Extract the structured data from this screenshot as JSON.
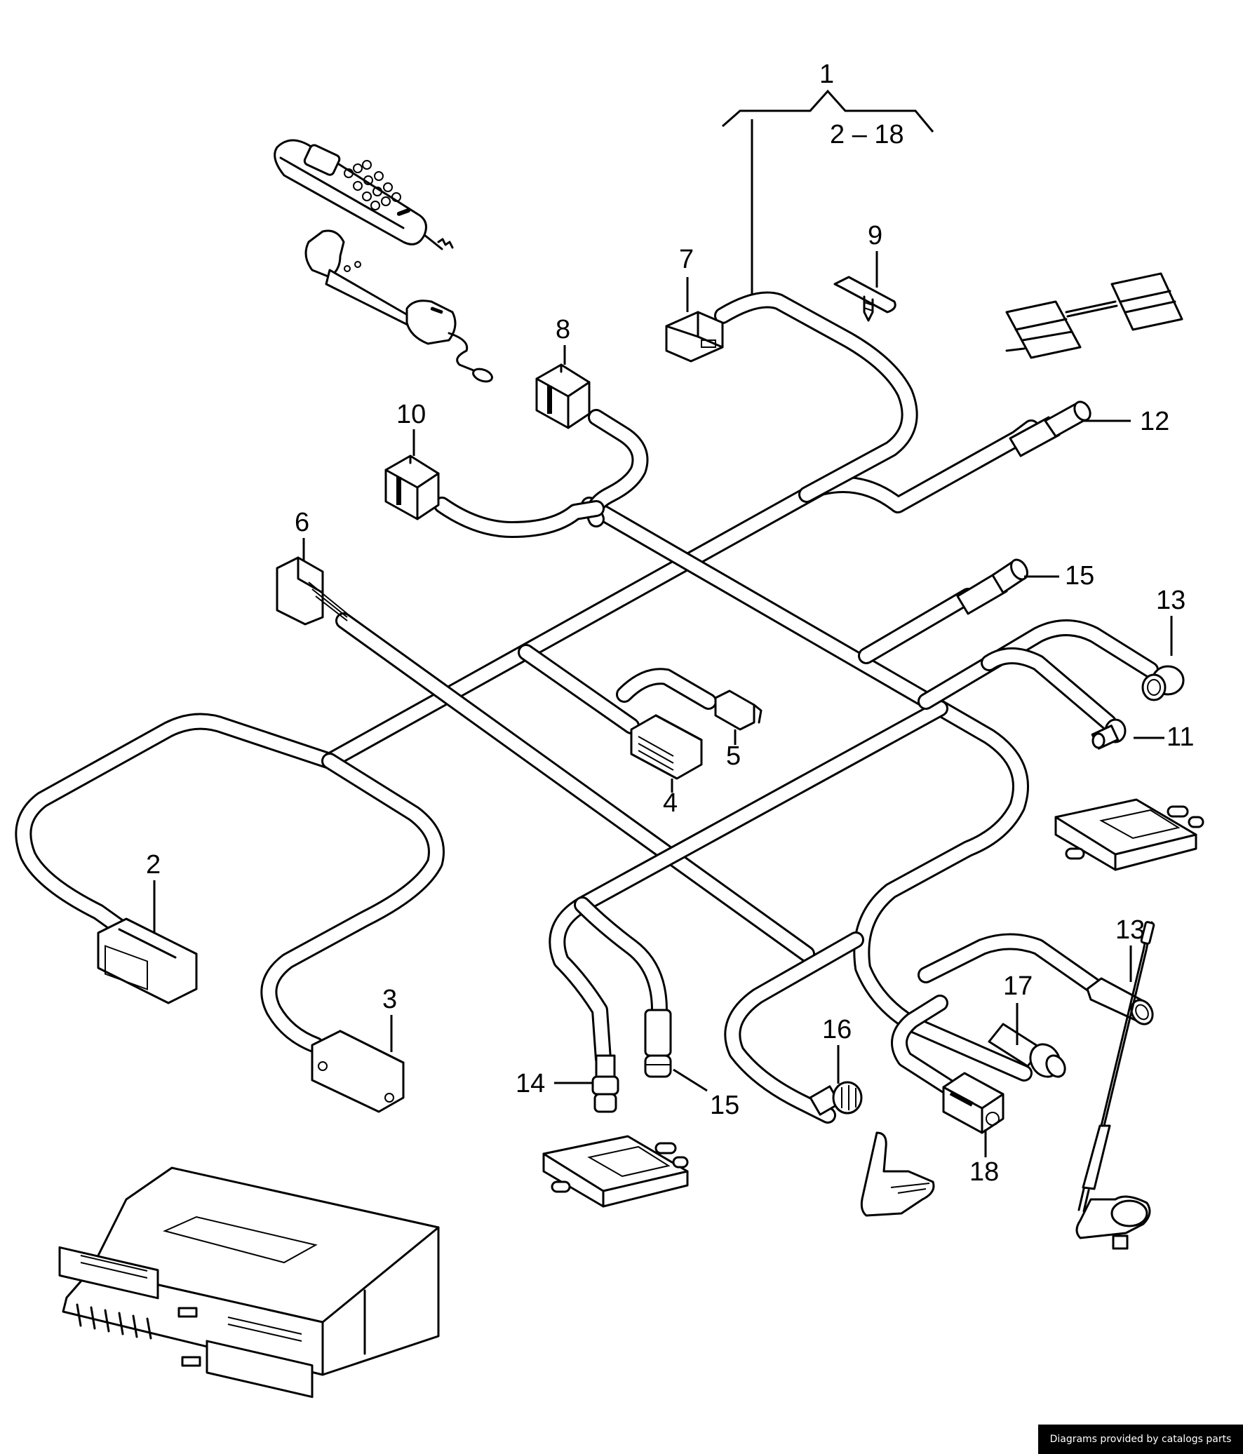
{
  "diagram": {
    "title": "Wiring harness — telephone / navigation",
    "group_callout": {
      "parent": "1",
      "range": "2 – 18"
    },
    "callouts": [
      {
        "id": "c2",
        "label": "2"
      },
      {
        "id": "c3",
        "label": "3"
      },
      {
        "id": "c4",
        "label": "4"
      },
      {
        "id": "c5",
        "label": "5"
      },
      {
        "id": "c6",
        "label": "6"
      },
      {
        "id": "c7",
        "label": "7"
      },
      {
        "id": "c8",
        "label": "8"
      },
      {
        "id": "c9",
        "label": "9"
      },
      {
        "id": "c10",
        "label": "10"
      },
      {
        "id": "c11",
        "label": "11"
      },
      {
        "id": "c12",
        "label": "12"
      },
      {
        "id": "c13a",
        "label": "13"
      },
      {
        "id": "c13b",
        "label": "13"
      },
      {
        "id": "c14",
        "label": "14"
      },
      {
        "id": "c15a",
        "label": "15"
      },
      {
        "id": "c15b",
        "label": "15"
      },
      {
        "id": "c16",
        "label": "16"
      },
      {
        "id": "c17",
        "label": "17"
      },
      {
        "id": "c18",
        "label": "18"
      }
    ],
    "reference_parts": [
      "telephone-handset",
      "handset-cradle",
      "antenna-amplifier-pads",
      "antenna-splitter-module-right",
      "antenna-splitter-module-bottom",
      "roof-antenna-base",
      "rod-antenna",
      "control-unit"
    ]
  },
  "footer": {
    "credit": "Diagrams provided by catalogs parts"
  }
}
